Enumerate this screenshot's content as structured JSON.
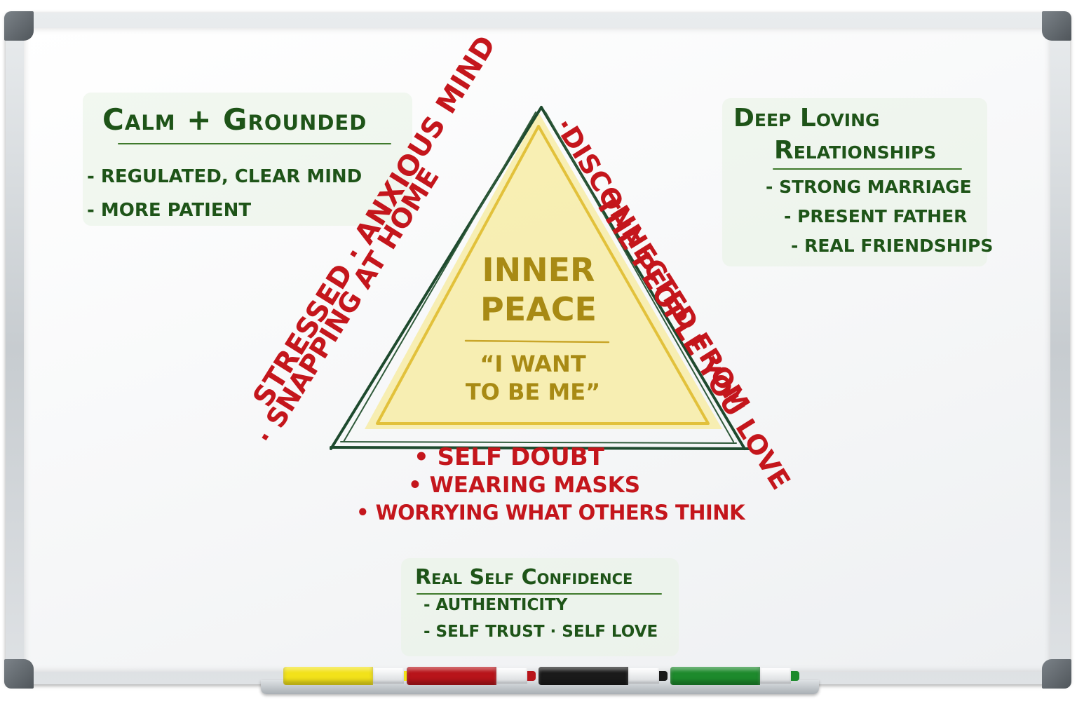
{
  "top_left": {
    "heading": "Calm + Grounded",
    "items": [
      "- Regulated, clear mind",
      "- More patient"
    ]
  },
  "top_right": {
    "heading_line1": "Deep Loving",
    "heading_line2": "Relationships",
    "items": [
      "- Strong marriage",
      "- Present father",
      "- Real friendships"
    ]
  },
  "bottom": {
    "heading": "Real Self Confidence",
    "items": [
      "- Authenticity",
      "- Self Trust · Self Love"
    ]
  },
  "triangle": {
    "center_line1": "Inner",
    "center_line2": "Peace",
    "quote_line1": "“I want",
    "quote_line2": "to be me”",
    "left_side_line1": "Stressed · Anxious Mind",
    "left_side_line2": "· Snapping at home",
    "right_side_line1": "·Disconnected from",
    "right_side_line2": "the people you love",
    "base_items": [
      "• Self Doubt",
      "• Wearing Masks",
      "• Worrying what others think"
    ]
  },
  "colors": {
    "green_ink": "#1e5418",
    "red_ink": "#c4161c",
    "yellow_ink": "#a88a14",
    "triangle_fill": "#f7eca6",
    "triangle_outline": "#1e4a2e"
  },
  "markers": [
    {
      "color": "#f2e21a"
    },
    {
      "color": "#b8141a"
    },
    {
      "color": "#1a1a1a"
    },
    {
      "color": "#1d8a2c"
    }
  ]
}
